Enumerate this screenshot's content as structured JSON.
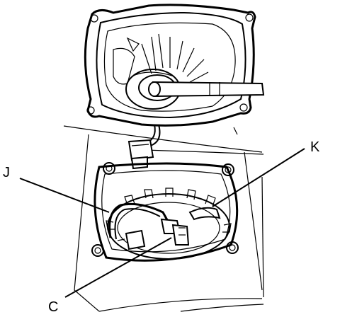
{
  "callouts": {
    "j": "J",
    "k": "K",
    "c": "C"
  },
  "colors": {
    "line": "#000000",
    "background": "#ffffff"
  }
}
